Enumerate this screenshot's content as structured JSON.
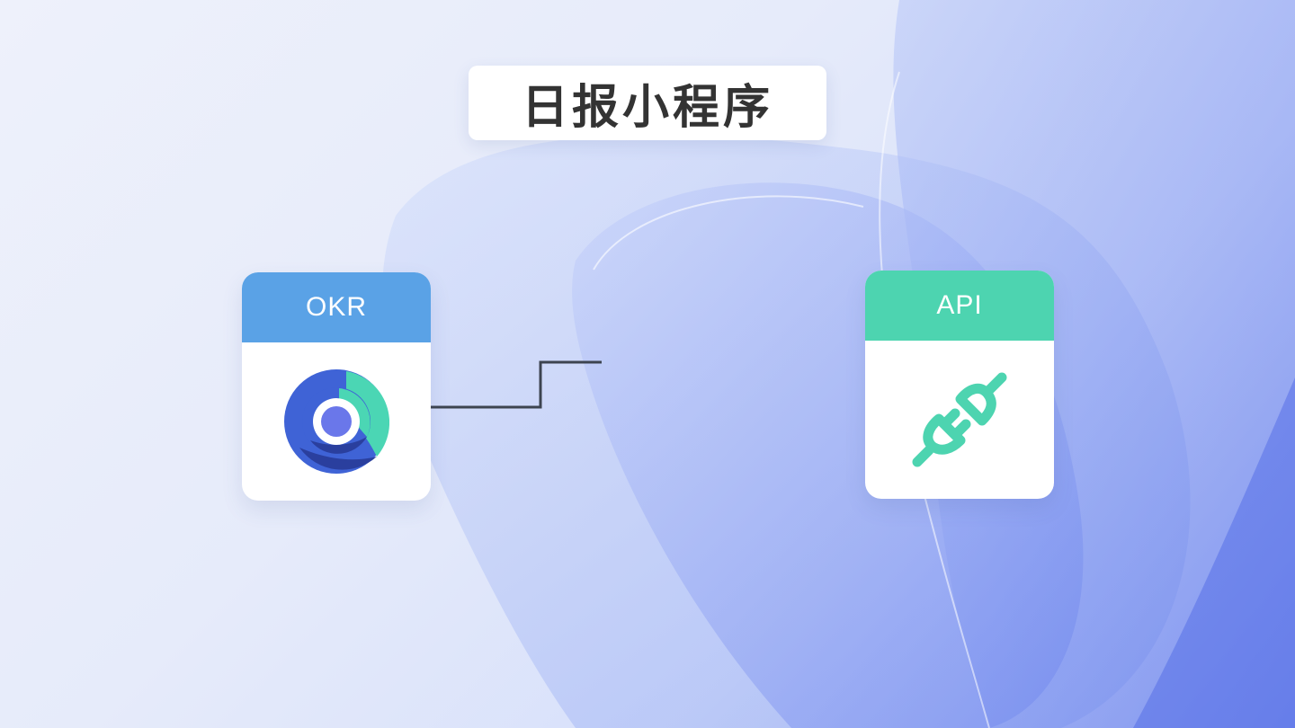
{
  "title": "日报小程序",
  "cards": {
    "okr": {
      "label": "OKR",
      "header_color": "#5aa2e6",
      "icon": "okr-logo-icon"
    },
    "api": {
      "label": "API",
      "header_color": "#4dd4b0",
      "icon": "plug-icon"
    }
  },
  "colors": {
    "connector": "#3d4450",
    "okr_ring_outer": "#3f63d6",
    "okr_ring_teal": "#4bd6b4",
    "okr_ring_dark": "#2a3f9e",
    "okr_center": "#6a77ea",
    "plug": "#4dd4b0"
  }
}
